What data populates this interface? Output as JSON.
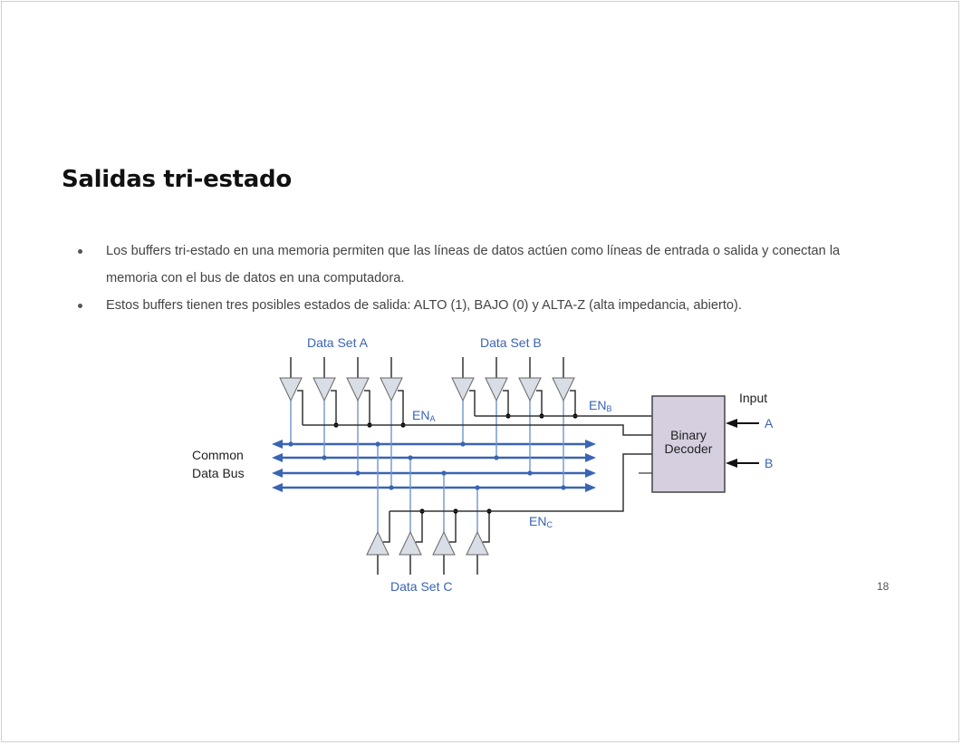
{
  "slide": {
    "title": "Salidas tri-estado",
    "bullets": [
      {
        "text": "Los buffers tri-estado en una memoria permiten que las líneas de datos actúen como líneas de entrada o salida y conectan la memoria con el bus de datos en una computadora."
      },
      {
        "text": "Estos buffers tienen tres posibles estados de salida: ALTO (1), BAJO (0) y ALTA-Z (alta impedancia, abierto)."
      }
    ],
    "page_number": "18"
  },
  "diagram": {
    "data_set_a": "Data Set A",
    "data_set_b": "Data Set B",
    "data_set_c": "Data Set C",
    "bus_label_1": "Common",
    "bus_label_2": "Data Bus",
    "en": "EN",
    "en_a_sub": "A",
    "en_b_sub": "B",
    "en_c_sub": "C",
    "decoder_1": "Binary",
    "decoder_2": "Decoder",
    "input": "Input",
    "input_a": "A",
    "input_b": "B",
    "colors": {
      "bus": "#3a64b4",
      "tap": "#6f93cf",
      "buffer_fill": "#d9dde6",
      "decoder_fill": "#d5cfe0",
      "wire": "#333333"
    }
  }
}
